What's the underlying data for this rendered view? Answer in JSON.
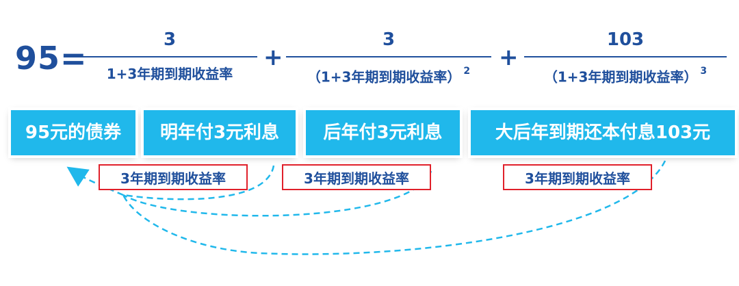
{
  "formula": {
    "lhs": "95=",
    "plus": "+",
    "terms": [
      {
        "numerator": "3",
        "denominator": "1+3年期到期收益率",
        "exponent": ""
      },
      {
        "numerator": "3",
        "denominator": "（1+3年期到期收益率）",
        "exponent": "2"
      },
      {
        "numerator": "103",
        "denominator": "（1+3年期到期收益率）",
        "exponent": "3"
      }
    ]
  },
  "boxes": [
    "95元的债券",
    "明年付3元利息",
    "后年付3元利息",
    "大后年到期还本付息103元"
  ],
  "rate_labels": [
    "3年期到期收益率",
    "3年期到期收益率",
    "3年期到期收益率"
  ],
  "colors": {
    "navy": "#1f4f9c",
    "box_blue": "#20b8eb",
    "red_border": "#e0202a",
    "dashed_arrow": "#20b8eb"
  }
}
